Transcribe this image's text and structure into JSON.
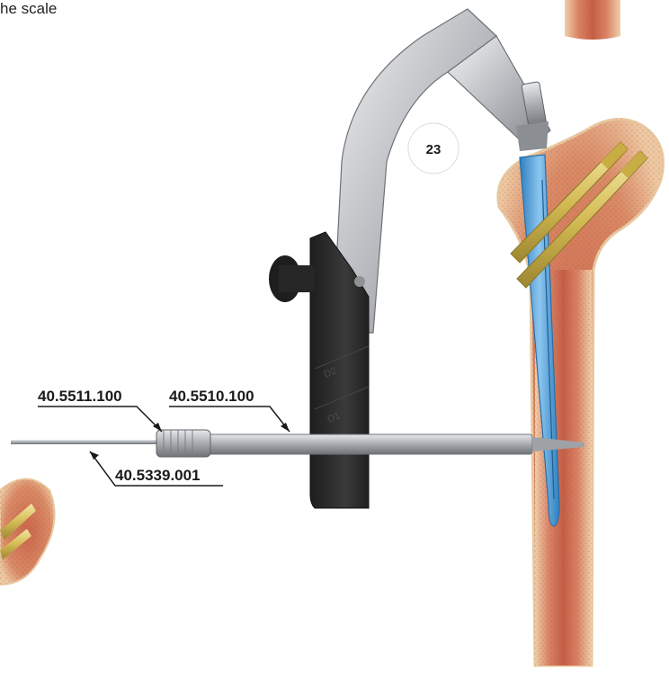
{
  "caption_fragment": "he scale",
  "step_number": "23",
  "labels": {
    "cannula": "40.5511.100",
    "sleeve": "40.5510.100",
    "guide_wire": "40.5339.001"
  },
  "colors": {
    "bone": "#e8c39a",
    "marrow": "#c9654a",
    "nail": "#5aa6d8",
    "screw": "#d9c46a",
    "handle": "#2b2b2b",
    "metal": "#b9bcc0"
  }
}
